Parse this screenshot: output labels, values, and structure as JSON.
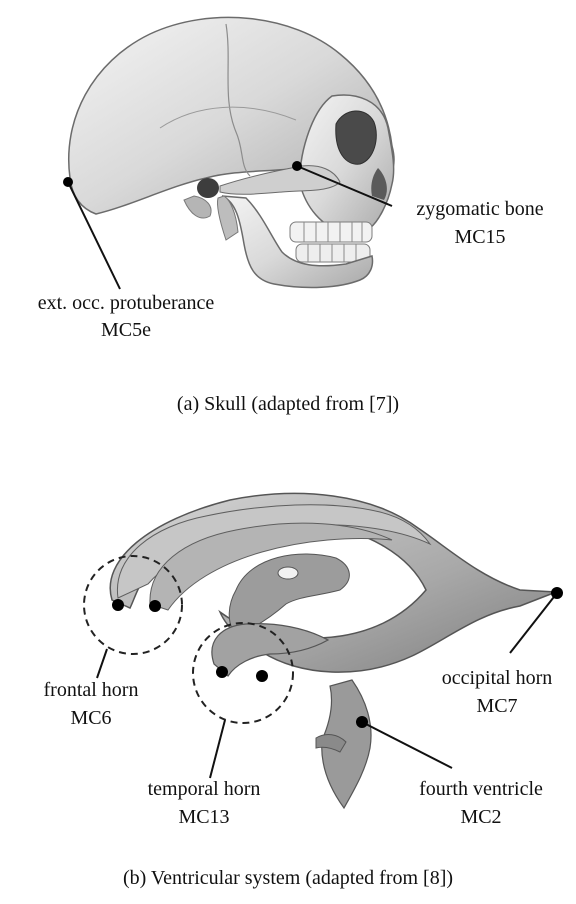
{
  "figure_a": {
    "caption": "(a) Skull (adapted from [7])",
    "labels": {
      "zygomatic": {
        "name": "zygomatic bone",
        "code": "MC15"
      },
      "occipital": {
        "name": "ext. occ. protuberance",
        "code": "MC5e"
      }
    }
  },
  "figure_b": {
    "caption": "(b) Ventricular system (adapted from [8])",
    "labels": {
      "frontal": {
        "name": "frontal horn",
        "code": "MC6"
      },
      "occipital": {
        "name": "occipital horn",
        "code": "MC7"
      },
      "temporal": {
        "name": "temporal horn",
        "code": "MC13"
      },
      "fourth": {
        "name": "fourth ventricle",
        "code": "MC2"
      }
    }
  }
}
